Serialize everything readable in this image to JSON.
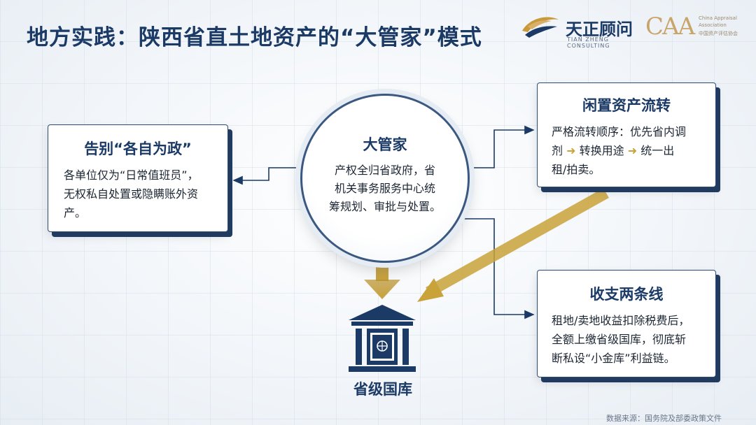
{
  "title": "地方实践：陕西省直土地资产的“大管家”模式",
  "logos": {
    "tianzheng_cn": "天正顾问",
    "tianzheng_en": "TIAN ZHENG CONSULTING",
    "caa_mark": "CAA",
    "caa_en_1": "China Appraisal",
    "caa_en_2": "Association",
    "caa_cn": "中国资产评估协会"
  },
  "center": {
    "title": "大管家",
    "lines": [
      "产权全归省政府，省",
      "机关事务服务中心统",
      "筹规划、审批与处置。"
    ]
  },
  "left_card": {
    "title": "告别“各自为政”",
    "lines": [
      "各单位仅为“日常值班员”，",
      "无权私自处置或隐瞒账外资",
      "产。"
    ]
  },
  "top_right_card": {
    "title": "闲置资产流转",
    "line1": "严格流转顺序：优先省内调",
    "line2_a": "剂",
    "line2_b": "转换用途",
    "line2_c": "统一出",
    "line3": "租/拍卖。",
    "arrow_glyph": "➜"
  },
  "bottom_right_card": {
    "title": "收支两条线",
    "lines": [
      "租地/卖地收益扣除税费后，",
      "全额上缴省级国库，彻底斩",
      "断私设“小金库”利益链。"
    ]
  },
  "treasury": {
    "label": "省级国库",
    "icon": "bank-building-icon"
  },
  "footer": "数据来源：国务院及部委政策文件",
  "colors": {
    "navy": "#1b3a66",
    "gold": "#c9a23a",
    "card_border": "#2b4a74"
  }
}
